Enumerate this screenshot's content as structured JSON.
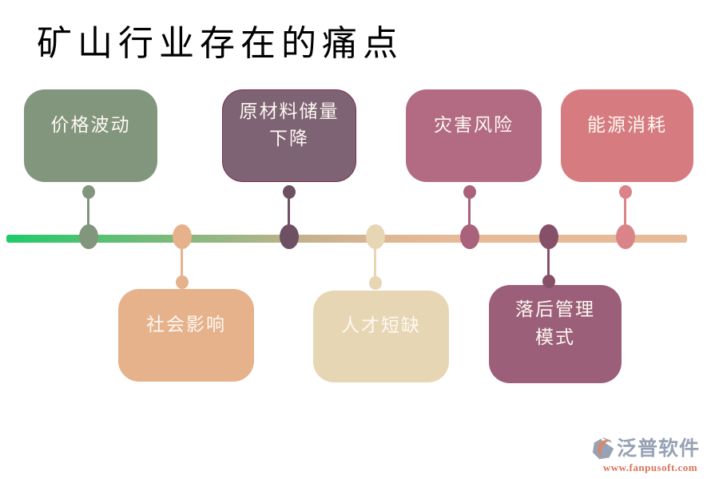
{
  "title": "矿山行业存在的痛点",
  "items": [
    {
      "label": "价格波动",
      "side": "top",
      "fill": "#82967e",
      "connector": "#82967e"
    },
    {
      "label": "社会影响",
      "side": "bottom",
      "fill": "#e5b28b",
      "connector": "#e5b28b"
    },
    {
      "label": "原材料储量\n下降",
      "side": "top",
      "fill": "#7d6373",
      "border": "#7c2b4c",
      "connector": "#6d5162"
    },
    {
      "label": "人才短缺",
      "side": "bottom",
      "fill": "#e7d6b4",
      "connector": "#e7d6b4"
    },
    {
      "label": "灾害风险",
      "side": "top",
      "fill": "#b26b83",
      "connector": "#aa617b"
    },
    {
      "label": "落后管理\n模式",
      "side": "bottom",
      "fill": "#9c5f79",
      "connector": "#875069"
    },
    {
      "label": "能源消耗",
      "side": "top",
      "fill": "#d67c80",
      "connector": "#da8489"
    }
  ],
  "timeline": {
    "gradient_stops": [
      "#1fca6b 0%",
      "#45c46e 9%",
      "#76ba79 22%",
      "#a0b684 34%",
      "#c6b28c 45%",
      "#ddb593 55%",
      "#e7ba98 65%",
      "#e7ba98 100%"
    ]
  },
  "logo": {
    "icon": "fanpu-logo-icon",
    "name": "泛普软件",
    "url": "www.fanpusoft.com",
    "name_color": "#97a2b5",
    "url_color": "#dd7257"
  }
}
